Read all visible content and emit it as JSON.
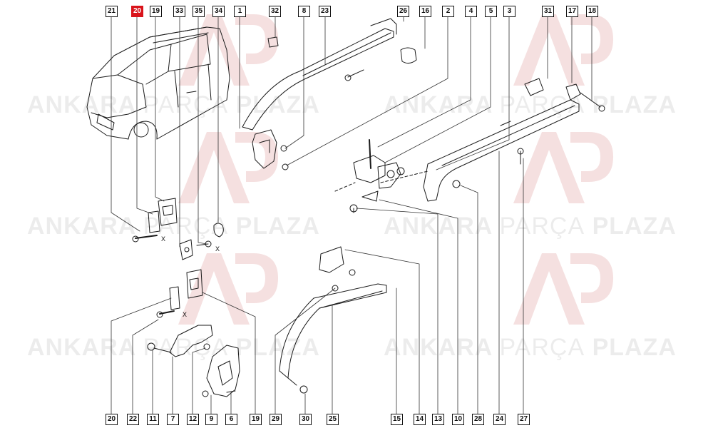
{
  "watermark": {
    "brand_bold": "ANKARA",
    "brand_light": "PARÇA",
    "brand_bold2": "PLAZA",
    "logo": "AP"
  },
  "highlight_color": "#d9141b",
  "cross_marker": "X",
  "callouts_top": [
    "21",
    "20",
    "19",
    "33",
    "35",
    "34",
    "1",
    "32",
    "8",
    "23",
    "26",
    "16",
    "2",
    "4",
    "5",
    "3",
    "31",
    "17",
    "18"
  ],
  "callouts_bottom": [
    "20",
    "22",
    "11",
    "7",
    "12",
    "9",
    "6",
    "19",
    "29",
    "30",
    "25",
    "15",
    "14",
    "13",
    "10",
    "28",
    "24",
    "27"
  ],
  "highlighted": "20"
}
